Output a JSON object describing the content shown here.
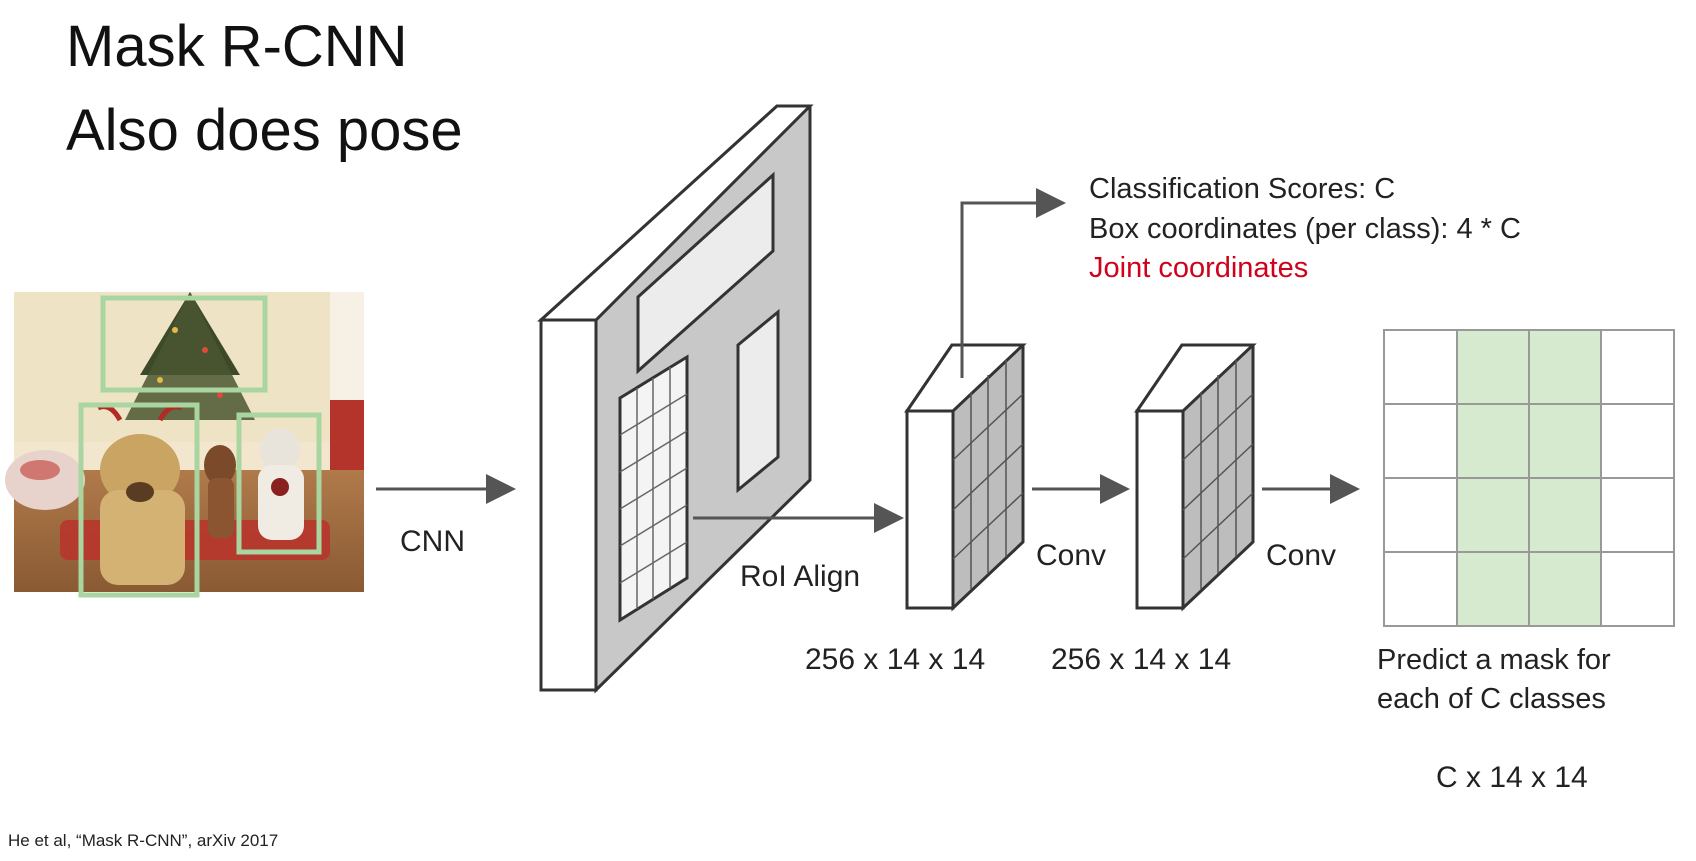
{
  "slide": {
    "title_line1": "Mask R-CNN",
    "title_line2": "Also does pose",
    "citation": "He et al, “Mask R-CNN”, arXiv 2017"
  },
  "pipeline": {
    "cnn_label": "CNN",
    "roi_align_label": "RoI Align",
    "conv1_label": "Conv",
    "conv2_label": "Conv",
    "dims1": "256 x 14 x 14",
    "dims2": "256 x 14 x 14"
  },
  "outputs": {
    "classification": "Classification Scores: C",
    "box": "Box coordinates (per class): 4 * C",
    "joint": "Joint coordinates",
    "mask_line1": "Predict a mask for",
    "mask_line2": "each of C classes",
    "mask_dims": "C x 14 x 14"
  },
  "colors": {
    "accent_red": "#d0021b",
    "box_green": "#a8d5a0",
    "mask_fill": "#d6ead0",
    "gray_face": "#c8c8c8",
    "arrow": "#555555"
  }
}
